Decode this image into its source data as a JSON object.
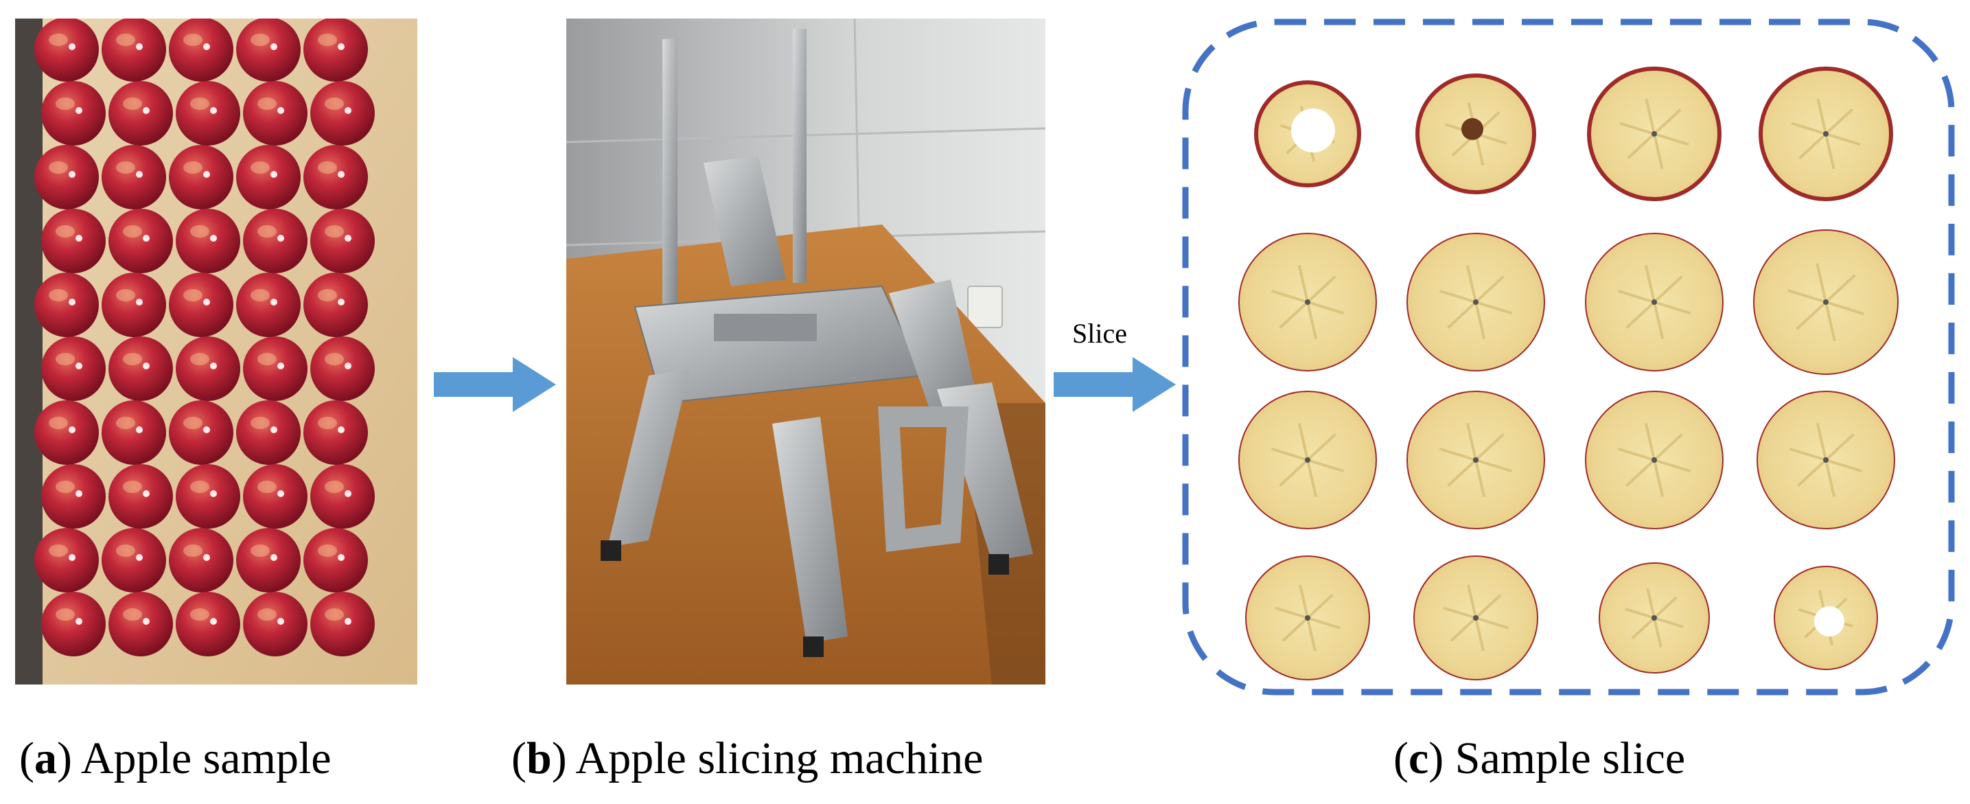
{
  "arrow_label": "Slice",
  "colors": {
    "arrow": "#5b9bd5",
    "dashed_border": "#4472c4",
    "apple_red": "#b0202c",
    "apple_flesh": "#f1dda0",
    "table_wood": "#b8743a"
  },
  "captions": [
    {
      "letter": "a",
      "text": "Apple sample"
    },
    {
      "letter": "b",
      "text": "Apple slicing machine"
    },
    {
      "letter": "c",
      "text": "Sample slice"
    }
  ]
}
